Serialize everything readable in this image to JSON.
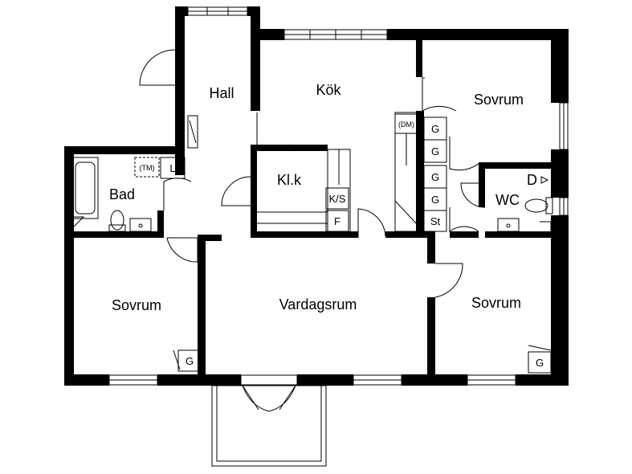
{
  "rooms": {
    "hall": "Hall",
    "kok": "Kök",
    "sovrum_top_right": "Sovrum",
    "bad": "Bad",
    "klk": "Kl.k",
    "wc": "WC",
    "sovrum_left": "Sovrum",
    "vardagsrum": "Vardagsrum",
    "sovrum_right": "Sovrum"
  },
  "fixtures": {
    "tm": "(TM)",
    "l": "L",
    "dm": "(DM)",
    "ks": "K/S",
    "f": "F",
    "d": "D",
    "st": "St",
    "g1": "G",
    "g2": "G",
    "g3": "G",
    "g4": "G",
    "g5": "G",
    "g6": "G"
  }
}
